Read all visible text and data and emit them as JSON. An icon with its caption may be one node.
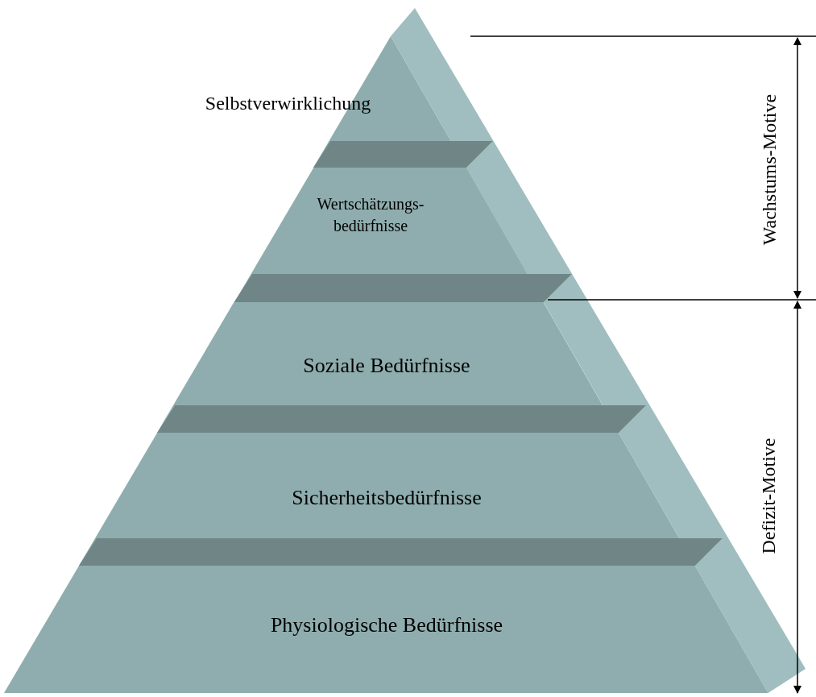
{
  "diagram": {
    "nodes": [
      {
        "text": [
          "Selbstverwirklichung"
        ]
      },
      {
        "text": [
          "Wertschätzungs- bedürfnisse"
        ]
      },
      {
        "text": [
          "Soziale Bedürfnisse"
        ]
      },
      {
        "text": [
          "Sicherheitsbedürfnisse"
        ]
      },
      {
        "text": [
          "Physiologische Bedürfnisse"
        ]
      }
    ],
    "labels": [
      "Wachstums-Motive",
      "Defizit-Motive"
    ]
  }
}
